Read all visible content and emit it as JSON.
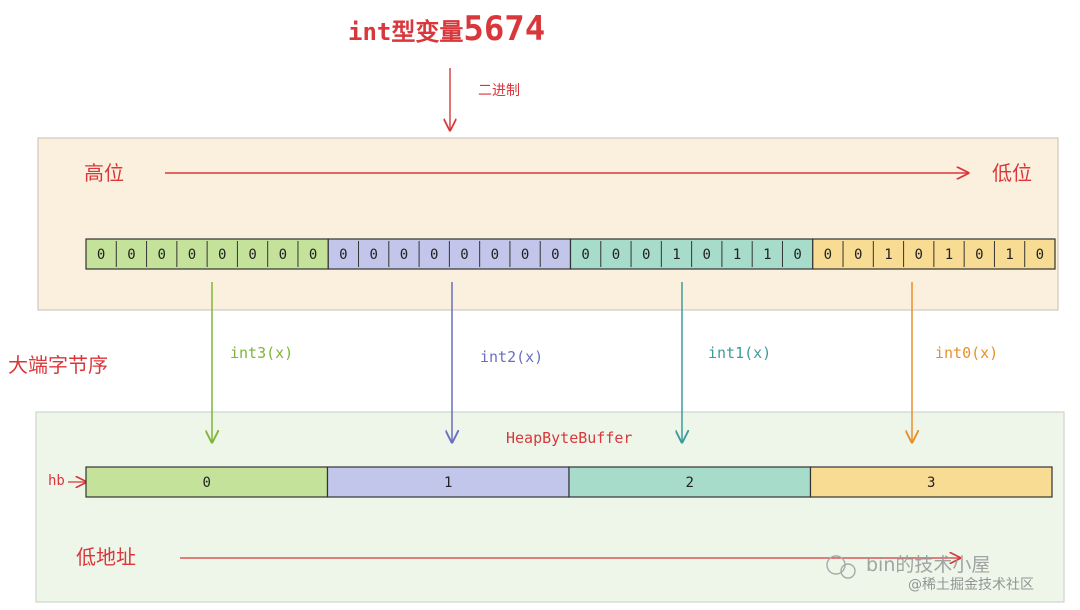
{
  "title": {
    "prefix": "int型变量",
    "value": "5674"
  },
  "binary_label": "二进制",
  "high_label": "高位",
  "low_label": "低位",
  "endianness_label": "大端字节序",
  "buffer_title": "HeapByteBuffer",
  "hb_label": "hb",
  "low_address_label": "低地址",
  "watermark": {
    "line1": "bin的技术小屋",
    "line2": "@稀土掘金技术社区"
  },
  "colors": {
    "red": "#d9373b",
    "green": "#7fb53a",
    "purple": "#6a6fc0",
    "teal": "#3f9b9b",
    "orange": "#e8902a",
    "high_box": "#fbf0de",
    "low_box": "#eef6ea"
  },
  "bytes": [
    {
      "bits": [
        "0",
        "0",
        "0",
        "0",
        "0",
        "0",
        "0",
        "0"
      ],
      "label": "int3(x)",
      "buffer_index": "0",
      "color": "#7fb53a",
      "fill": "#c4e29a"
    },
    {
      "bits": [
        "0",
        "0",
        "0",
        "0",
        "0",
        "0",
        "0",
        "0"
      ],
      "label": "int2(x)",
      "buffer_index": "1",
      "color": "#6a6fc0",
      "fill": "#c3c6eb"
    },
    {
      "bits": [
        "0",
        "0",
        "0",
        "1",
        "0",
        "1",
        "1",
        "0"
      ],
      "label": "int1(x)",
      "buffer_index": "2",
      "color": "#3f9b9b",
      "fill": "#a7dccb"
    },
    {
      "bits": [
        "0",
        "0",
        "1",
        "0",
        "1",
        "0",
        "1",
        "0"
      ],
      "label": "int0(x)",
      "buffer_index": "3",
      "color": "#e8902a",
      "fill": "#f8dc93"
    }
  ]
}
